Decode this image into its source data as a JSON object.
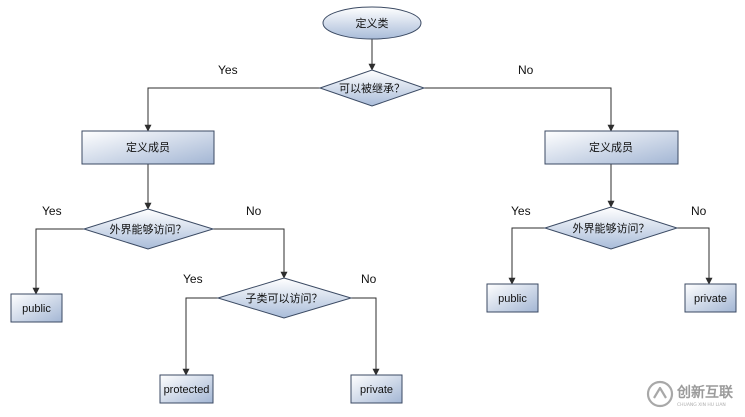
{
  "nodes": {
    "start": "定义类",
    "inheritable": "可以被继承？",
    "members_left": "定义成员",
    "members_right": "定义成员",
    "external_left": "外界能够访问？",
    "external_right": "外界能够访问？",
    "subclass": "子类可以访问？",
    "public_left": "public",
    "public_right": "public",
    "protected": "protected",
    "private_mid": "private",
    "private_right": "private"
  },
  "edges": {
    "yes_inherit": "Yes",
    "no_inherit": "No",
    "yes_ext_left": "Yes",
    "no_ext_left": "No",
    "yes_subclass": "Yes",
    "no_subclass": "No",
    "yes_ext_right": "Yes",
    "no_ext_right": "No"
  },
  "watermark": {
    "brand": "创新互联",
    "sub": "CHUANG XIN HU LIAN"
  },
  "colors": {
    "fill_top": "#ffffff",
    "fill_bottom": "#a9bcd9",
    "stroke": "#3b4a63",
    "line": "#2e2e2e"
  }
}
